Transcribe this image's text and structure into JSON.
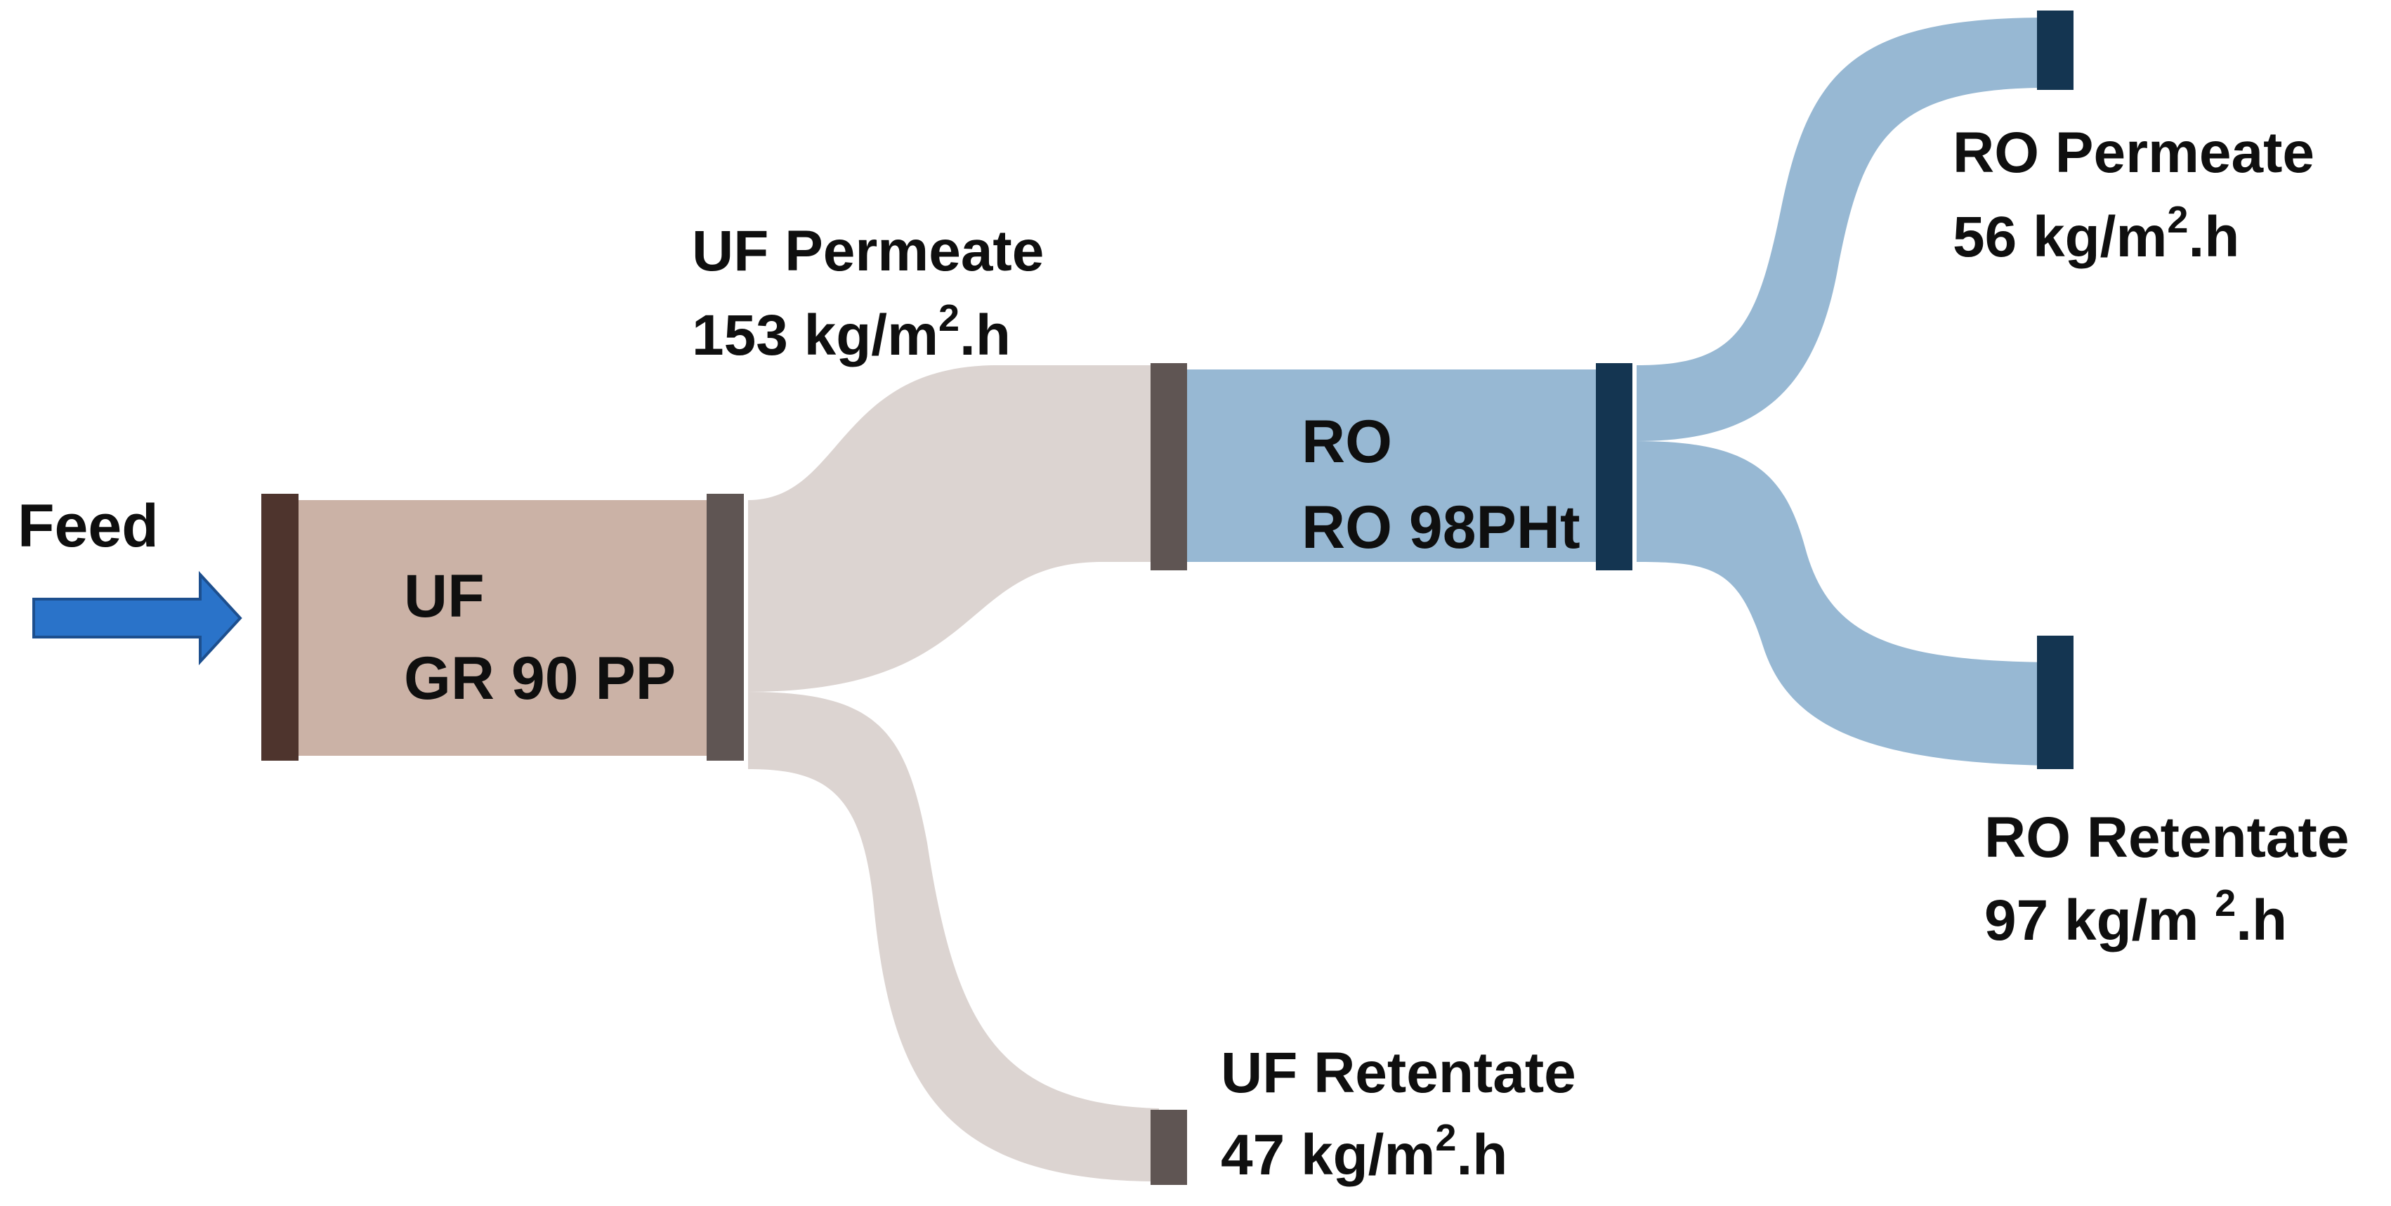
{
  "diagram": {
    "feed": {
      "label": "Feed"
    },
    "uf": {
      "name": "UF",
      "membrane": "GR 90 PP",
      "color": "#cbb2a6",
      "inlet_bar_color": "#4e342d",
      "outlet_bar_color": "#5f5553"
    },
    "ro": {
      "name": "RO",
      "membrane": "RO 98PHt",
      "color": "#97b8d3",
      "inlet_bar_color": "#5f5553",
      "outlet_bar_color": "#143551"
    },
    "uf_permeate": {
      "title": "UF Permeate",
      "flux_value": "153 kg/m",
      "flux_sup": "2",
      "flux_unit": ".h"
    },
    "uf_retentate": {
      "title": "UF Retentate",
      "flux_value": "47 kg/m",
      "flux_sup": "2",
      "flux_unit": ".h"
    },
    "ro_permeate": {
      "title": "RO Permeate",
      "flux_value": "56 kg/m",
      "flux_sup": "2",
      "flux_unit": ".h"
    },
    "ro_retentate": {
      "title": "RO  Retentate",
      "flux_value": "97 kg/m ",
      "flux_sup": "2",
      "flux_unit": ".h"
    },
    "colors": {
      "uf_stream": "#dcd4d1",
      "ro_stream": "#97b8d3",
      "feed_arrow": "#2a73c9",
      "feed_arrow_edge": "#1d4f8e",
      "retentate_bar": "#5f5553",
      "ro_end_bar": "#143551"
    }
  }
}
